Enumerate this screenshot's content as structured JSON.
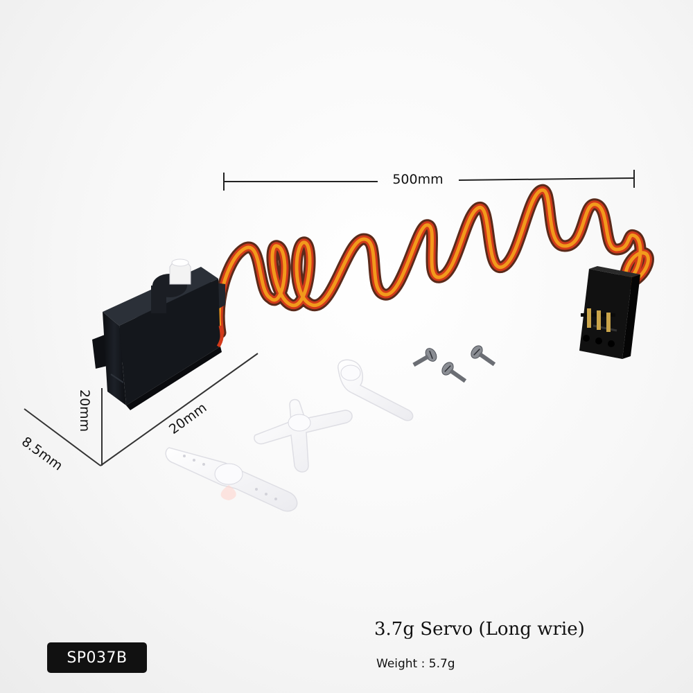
{
  "dimensions": {
    "cable_length": "500mm",
    "height": "20mm",
    "length": "20mm",
    "depth": "8.5mm"
  },
  "product": {
    "title": "3.7g Servo (Long wrie)",
    "weight": "Weight : 5.7g",
    "model": "SP037B"
  },
  "colors": {
    "wire_orange": "#f29a1c",
    "wire_red": "#d23a1a",
    "wire_brown": "#5a2a1a",
    "servo_body": "#15181d",
    "connector": "#111111"
  }
}
